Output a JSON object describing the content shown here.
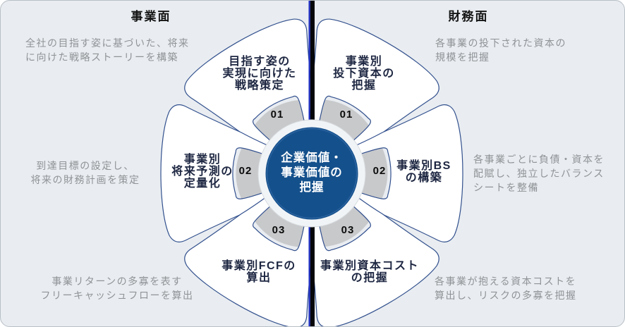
{
  "headers": {
    "business": "事業面",
    "finance": "財務面"
  },
  "center": {
    "lines": [
      "企業価値・",
      "事業価値の",
      "把握"
    ]
  },
  "petals": [
    {
      "key": "strategy",
      "side": "business",
      "number": "01",
      "lines": [
        "目指す姿の",
        "実現に向けた",
        "戦略策定"
      ]
    },
    {
      "key": "invested-capital",
      "side": "finance",
      "number": "01",
      "lines": [
        "事業別",
        "投下資本の",
        "把握"
      ]
    },
    {
      "key": "forecast",
      "side": "business",
      "number": "02",
      "lines": [
        "事業別",
        "将来予測の",
        "定量化"
      ]
    },
    {
      "key": "bs-build",
      "side": "finance",
      "number": "02",
      "lines": [
        "事業別BS",
        "の構築"
      ]
    },
    {
      "key": "fcf",
      "side": "business",
      "number": "03",
      "lines": [
        "事業別FCFの",
        "算出"
      ]
    },
    {
      "key": "capital-cost",
      "side": "finance",
      "number": "03",
      "lines": [
        "事業別資本コスト",
        "の把握"
      ]
    }
  ],
  "annotations": [
    {
      "key": "strategy-note",
      "lines": [
        "全社の目指す姿に基づいた、将来",
        "に向けた戦略ストーリーを構築"
      ]
    },
    {
      "key": "invested-capital-note",
      "lines": [
        "各事業の投下された資本の",
        "規模を把握"
      ]
    },
    {
      "key": "forecast-note",
      "lines": [
        "到達目標の設定し、",
        "将来の財務計画を策定"
      ]
    },
    {
      "key": "bs-build-note",
      "lines": [
        "各事業ごとに負債・資本を",
        "配賦し、独立したバランス",
        "シートを整備"
      ]
    },
    {
      "key": "fcf-note",
      "lines": [
        "事業リターンの多寡を表す",
        "フリーキャッシュフローを算出"
      ]
    },
    {
      "key": "capital-cost-note",
      "lines": [
        "各事業が抱える資本コストを",
        "算出し、リスクの多寡を把握"
      ]
    }
  ],
  "colors": {
    "background": "#e9edf1",
    "petal_fill": "#ffffff",
    "petal_border": "#33518e",
    "pocket_gray": "#c8c9cb",
    "hub_ring": "#f1f4f7",
    "center_blue": "#14508c",
    "divider_blue": "#1c2cc4",
    "divider_black": "#06070a",
    "annotation_gray": "#8f9396"
  }
}
